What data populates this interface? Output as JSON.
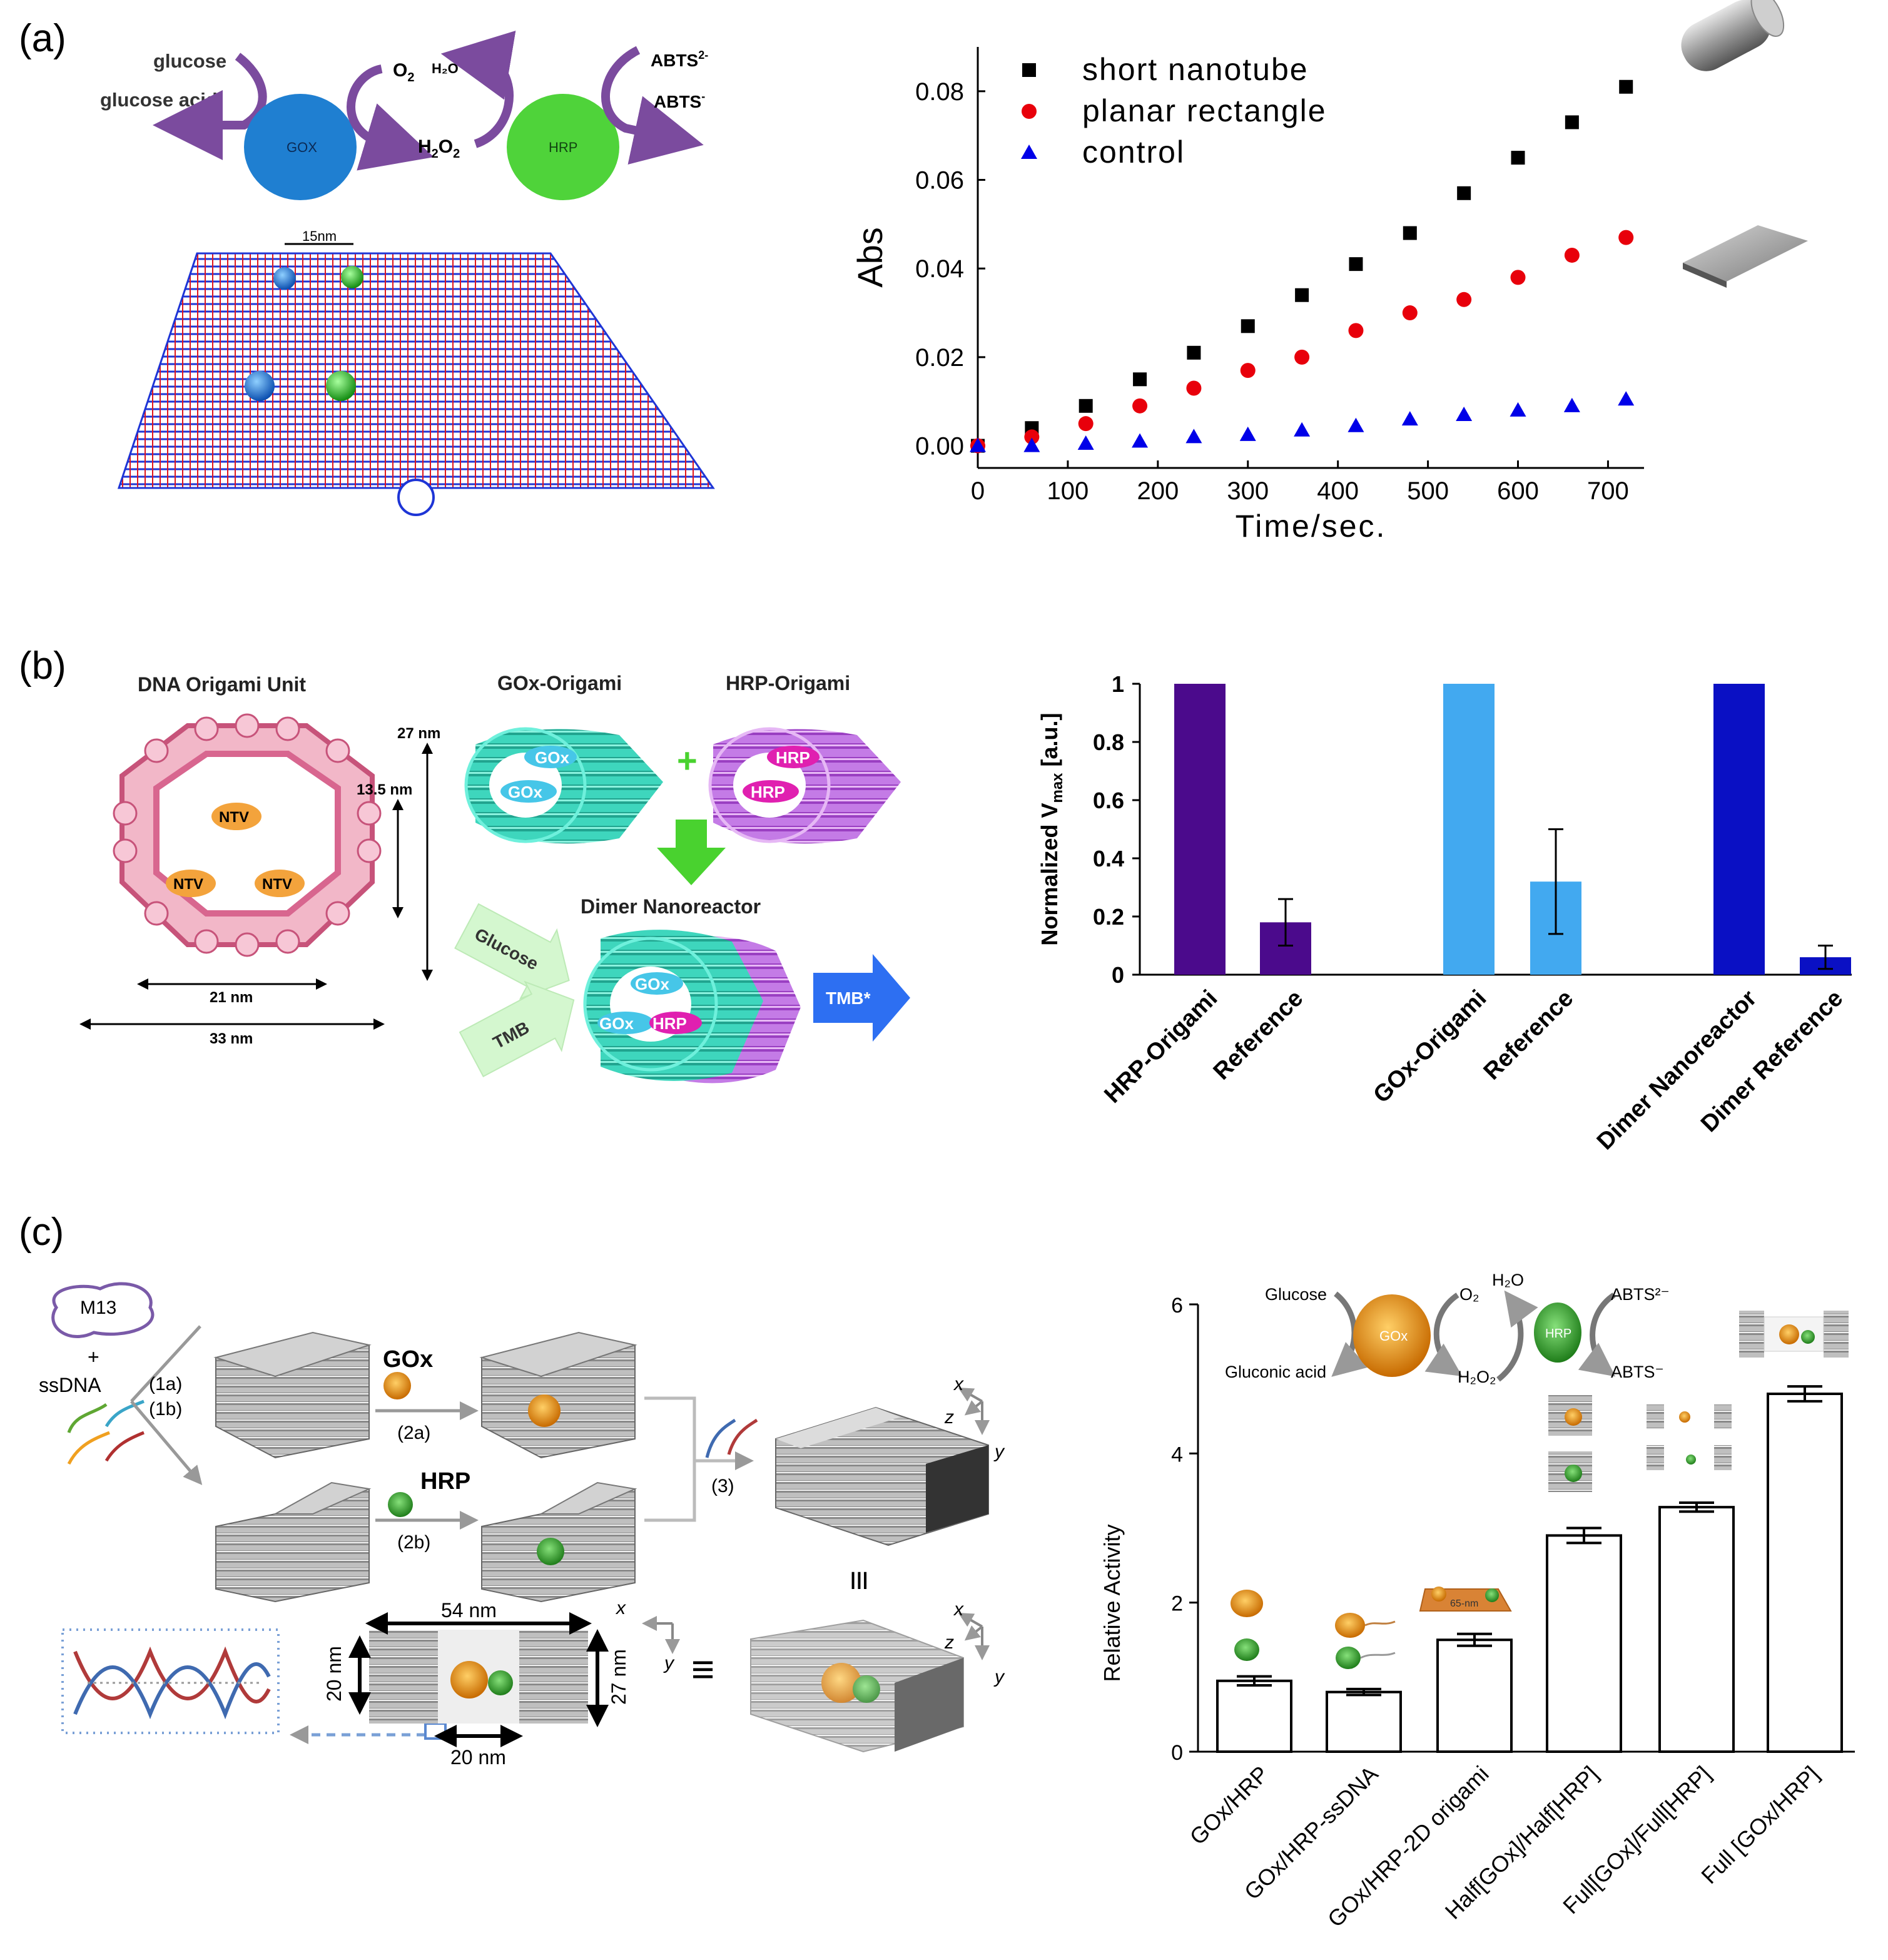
{
  "panel_labels": {
    "a": "(a)",
    "b": "(b)",
    "c": "(c)"
  },
  "panel_a": {
    "scheme": {
      "glucose": "glucose",
      "glucose_acid": "glucose acid",
      "gox": "GOX",
      "hrp": "HRP",
      "o2": "O",
      "o2_sub": "2",
      "h2o": "H₂O",
      "h2o2": "H",
      "h2o2_sub1": "2",
      "h2o2_mid": "O",
      "h2o2_sub2": "2",
      "abts2": "ABTS",
      "abts2_sup": "2-",
      "abts1": "ABTS",
      "abts1_sup": "-",
      "scale": "15nm"
    }
  },
  "panel_b": {
    "unit_title": "DNA Origami Unit",
    "gox_origami": "GOx-Origami",
    "hrp_origami": "HRP-Origami",
    "dimer": "Dimer Nanoreactor",
    "ntv": "NTV",
    "gox": "GOx",
    "hrp": "HRP",
    "glucose": "Glucose",
    "tmb": "TMB",
    "tmb_star": "TMB*",
    "dims": {
      "d27": "27 nm",
      "d13": "13.5 nm",
      "d21": "21 nm",
      "d33": "33 nm"
    }
  },
  "panel_c": {
    "m13": "M13",
    "plus": "+",
    "ssdna": "ssDNA",
    "step1a": "(1a)",
    "step1b": "(1b)",
    "step2a": "(2a)",
    "step2b": "(2b)",
    "step3": "(3)",
    "gox": "GOx",
    "hrp": "HRP",
    "d54": "54 nm",
    "d20a": "20 nm",
    "d27": "27 nm",
    "d20b": "20 nm",
    "axis_x": "x",
    "axis_y": "y",
    "axis_z": "z",
    "equiv": "≡",
    "scheme": {
      "glucose": "Glucose",
      "gluconic": "Gluconic acid",
      "o2": "O₂",
      "h2o": "H₂O",
      "h2o2": "H₂O₂",
      "abts2": "ABTS²⁻",
      "abts1": "ABTS⁻",
      "gox_label": "GOx",
      "hrp_label": "HRP",
      "scale": "65-nm"
    }
  },
  "chart_data": [
    {
      "type": "scatter",
      "xlabel": "Time/sec.",
      "ylabel": "Abs",
      "xlim": [
        0,
        740
      ],
      "ylim": [
        -0.005,
        0.09
      ],
      "xticks": [
        "0",
        "100",
        "200",
        "300",
        "400",
        "500",
        "600",
        "700"
      ],
      "yticks": [
        "0.00",
        "0.02",
        "0.04",
        "0.06",
        "0.08"
      ],
      "legend_position": "top-left",
      "grid": false,
      "series": [
        {
          "name": "short nanotube",
          "marker": "square",
          "color": "#000000",
          "x": [
            0,
            60,
            120,
            180,
            240,
            300,
            360,
            420,
            480,
            540,
            600,
            660,
            720
          ],
          "y": [
            0.0,
            0.004,
            0.009,
            0.015,
            0.021,
            0.027,
            0.034,
            0.041,
            0.048,
            0.057,
            0.065,
            0.073,
            0.081
          ]
        },
        {
          "name": "planar rectangle",
          "marker": "circle",
          "color": "#e8000b",
          "x": [
            0,
            60,
            120,
            180,
            240,
            300,
            360,
            420,
            480,
            540,
            600,
            660,
            720
          ],
          "y": [
            0.0,
            0.002,
            0.005,
            0.009,
            0.013,
            0.017,
            0.02,
            0.026,
            0.03,
            0.033,
            0.038,
            0.043,
            0.047
          ]
        },
        {
          "name": "control",
          "marker": "triangle",
          "color": "#0000e8",
          "x": [
            0,
            60,
            120,
            180,
            240,
            300,
            360,
            420,
            480,
            540,
            600,
            660,
            720
          ],
          "y": [
            0.0,
            0.0,
            0.0005,
            0.001,
            0.002,
            0.0025,
            0.0035,
            0.0045,
            0.006,
            0.007,
            0.008,
            0.009,
            0.0105
          ]
        }
      ]
    },
    {
      "type": "bar",
      "ylabel": "Normalized V",
      "ylabel_sub": "max",
      "ylabel_tail": " [a.u.]",
      "ylim": [
        0,
        1
      ],
      "yticks": [
        "0",
        "0.2",
        "0.4",
        "0.6",
        "0.8",
        "1"
      ],
      "categories": [
        "HRP-Origami",
        "Reference",
        "GOx-Origami",
        "Reference",
        "Dimer Nanoreactor",
        "Dimer Reference"
      ],
      "values": [
        1.0,
        0.18,
        1.0,
        0.32,
        1.0,
        0.06
      ],
      "errors": [
        0.0,
        0.08,
        0.0,
        0.18,
        0.0,
        0.04
      ],
      "colors": [
        "#4b0a8c",
        "#4b0a8c",
        "#42a9f0",
        "#42a9f0",
        "#0a10c4",
        "#0a10c4"
      ]
    },
    {
      "type": "bar",
      "ylabel": "Relative Activity",
      "ylim": [
        0,
        6
      ],
      "yticks": [
        "0",
        "2",
        "4",
        "6"
      ],
      "categories": [
        "GOx/HRP",
        "GOx/HRP-ssDNA",
        "GOx/HRP-2D origami",
        "Half[GOx]/Half[HRP]",
        "Full[GOx]/Full[HRP]",
        "Full [GOx/HRP]"
      ],
      "values": [
        0.95,
        0.8,
        1.5,
        2.9,
        3.28,
        4.8
      ],
      "errors": [
        0.06,
        0.04,
        0.08,
        0.1,
        0.06,
        0.1
      ]
    }
  ]
}
